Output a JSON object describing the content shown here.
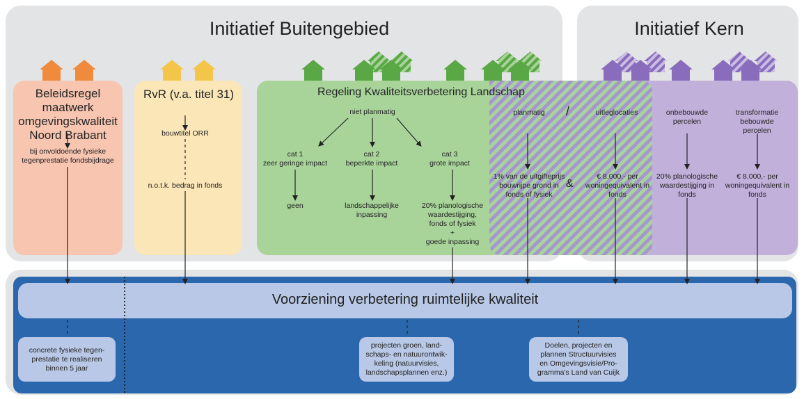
{
  "titles": {
    "buitengebied": "Initiatief Buitengebied",
    "kern": "Initiatief Kern"
  },
  "box_beleidsregel": {
    "title": "Beleidsregel maatwerk omgevingskwaliteit Noord Brabant",
    "text": "bij onvoldoende fysieke tegenprestatie fondsbijdrage"
  },
  "box_rvr": {
    "title": "RvR (v.a. titel 31)",
    "text1": "bouwtitel ORR",
    "text2": "n.o.t.k. bedrag in fonds"
  },
  "box_kwaliteit": {
    "title": "Regeling Kwaliteitsverbetering Landschap",
    "niet_planmatig": "niet planmatig",
    "cat1": "cat 1\nzeer geringe impact",
    "cat2": "cat 2\nbeperkte impact",
    "cat3": "cat 3\ngrote impact",
    "res1": "geen",
    "res2": "landschappelijke\ninpassing",
    "res3": "20% planologische\nwaardestijging,\nfonds of fysiek\n+\ngoede inpassing",
    "planmatig": "planmatig",
    "planmatig_res": "1% van de uitgifteprijs\nbouwrijpe grond in\nfonds of fysiek"
  },
  "slash": "/",
  "ampersand": "&",
  "box_kern": {
    "uitleg": "uitleglocaties",
    "uitleg_res": "€ 8.000,- per\nwoningequivalent in\nfonds",
    "onbebouwd": "onbebouwde\npercelen",
    "onbebouwd_res": "20% planologische\nwaardestijging in\nfonds",
    "transformatie": "transformatie\nbebouwde\npercelen",
    "transformatie_res": "€ 8.000,- per\nwoningequivalent in\nfonds"
  },
  "voorziening": "Voorziening verbetering ruimtelijke kwaliteit",
  "bottom": {
    "b1": "concrete fysieke tegen-\nprestatie te realiseren\nbinnen 5 jaar",
    "b2": "projecten groen, land-\nschaps- en natuurontwik-\nkeling (natuurvisies,\nlandschapsplannen enz.)",
    "b3": "Doelen, projecten en\nplannen Structuurvisies\nen Omgevingsvisie/Pro-\ngramma's Land van Cuijk"
  },
  "colors": {
    "orange": "#f08a3c",
    "yellow": "#f3c64a",
    "green": "#5aa845",
    "purple": "#8a6cbc",
    "navy": "#2b67ad"
  }
}
